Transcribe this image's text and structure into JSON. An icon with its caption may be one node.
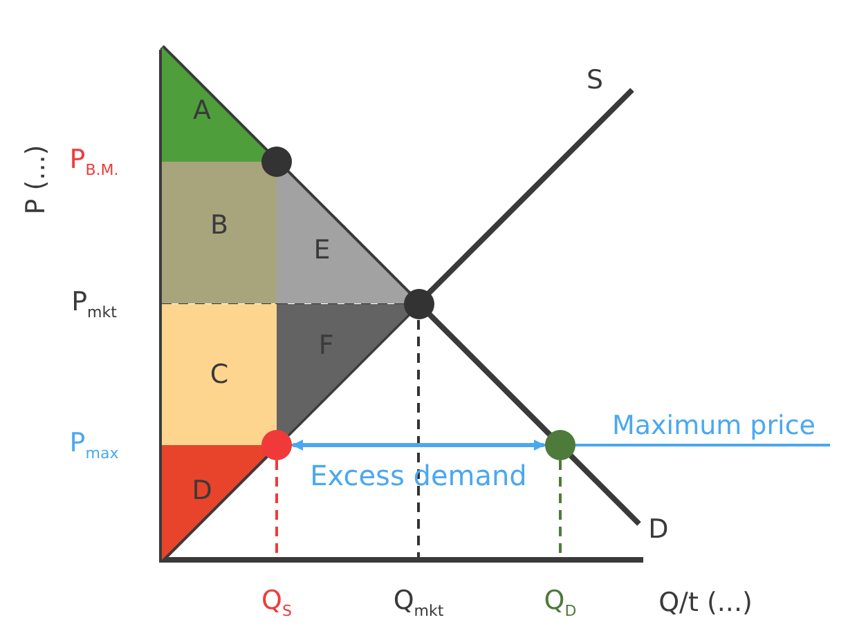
{
  "diagram": {
    "nodes": [
      {
        "text": [
          "A"
        ]
      },
      {
        "text": [
          "B"
        ]
      },
      {
        "text": [
          "E"
        ]
      },
      {
        "text": [
          "C"
        ]
      },
      {
        "text": [
          "F"
        ]
      },
      {
        "text": [
          "D"
        ]
      },
      {
        "text": [],
        "shape": "circle"
      },
      {
        "text": [],
        "shape": "circle"
      },
      {
        "text": [],
        "shape": "circle"
      },
      {
        "text": [],
        "shape": "circle"
      }
    ],
    "edges": [
      {
        "from": 7,
        "to": 9,
        "arrow": "both",
        "label": "Excess demand",
        "color": "#4aa8f0"
      }
    ],
    "labels": [
      "P (...)",
      "P$_{B.M.}$",
      "S",
      "P$_{mkt}$",
      "P$_{max}$",
      "Maximum price",
      "D",
      "Q$_{S}$",
      "Q$_{mkt}$",
      "Q$_{D}$",
      "Q/t (...)"
    ]
  }
}
